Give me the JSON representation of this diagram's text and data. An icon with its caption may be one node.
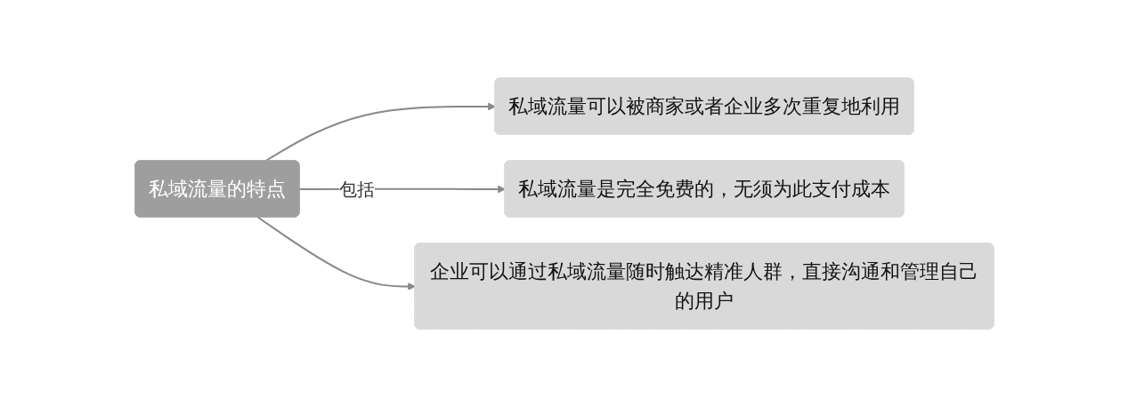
{
  "diagram": {
    "nodes": [
      {
        "text": [
          "私域流量的特点"
        ]
      },
      {
        "text": [
          "私域流量可以被商家或者企业多次重复地利用"
        ]
      },
      {
        "text": [
          "私域流量是完全免费的，无须为此支付成本"
        ]
      },
      {
        "text": [
          "企业可以通过私域流量随时触达精准人群，直接沟通和管理自己的用户"
        ]
      }
    ],
    "edges": [
      {
        "from": 0,
        "to": 1,
        "arrow": "to"
      },
      {
        "from": 0,
        "to": 2,
        "arrow": "to",
        "label": "包括"
      },
      {
        "from": 0,
        "to": 3,
        "arrow": "to"
      }
    ]
  }
}
